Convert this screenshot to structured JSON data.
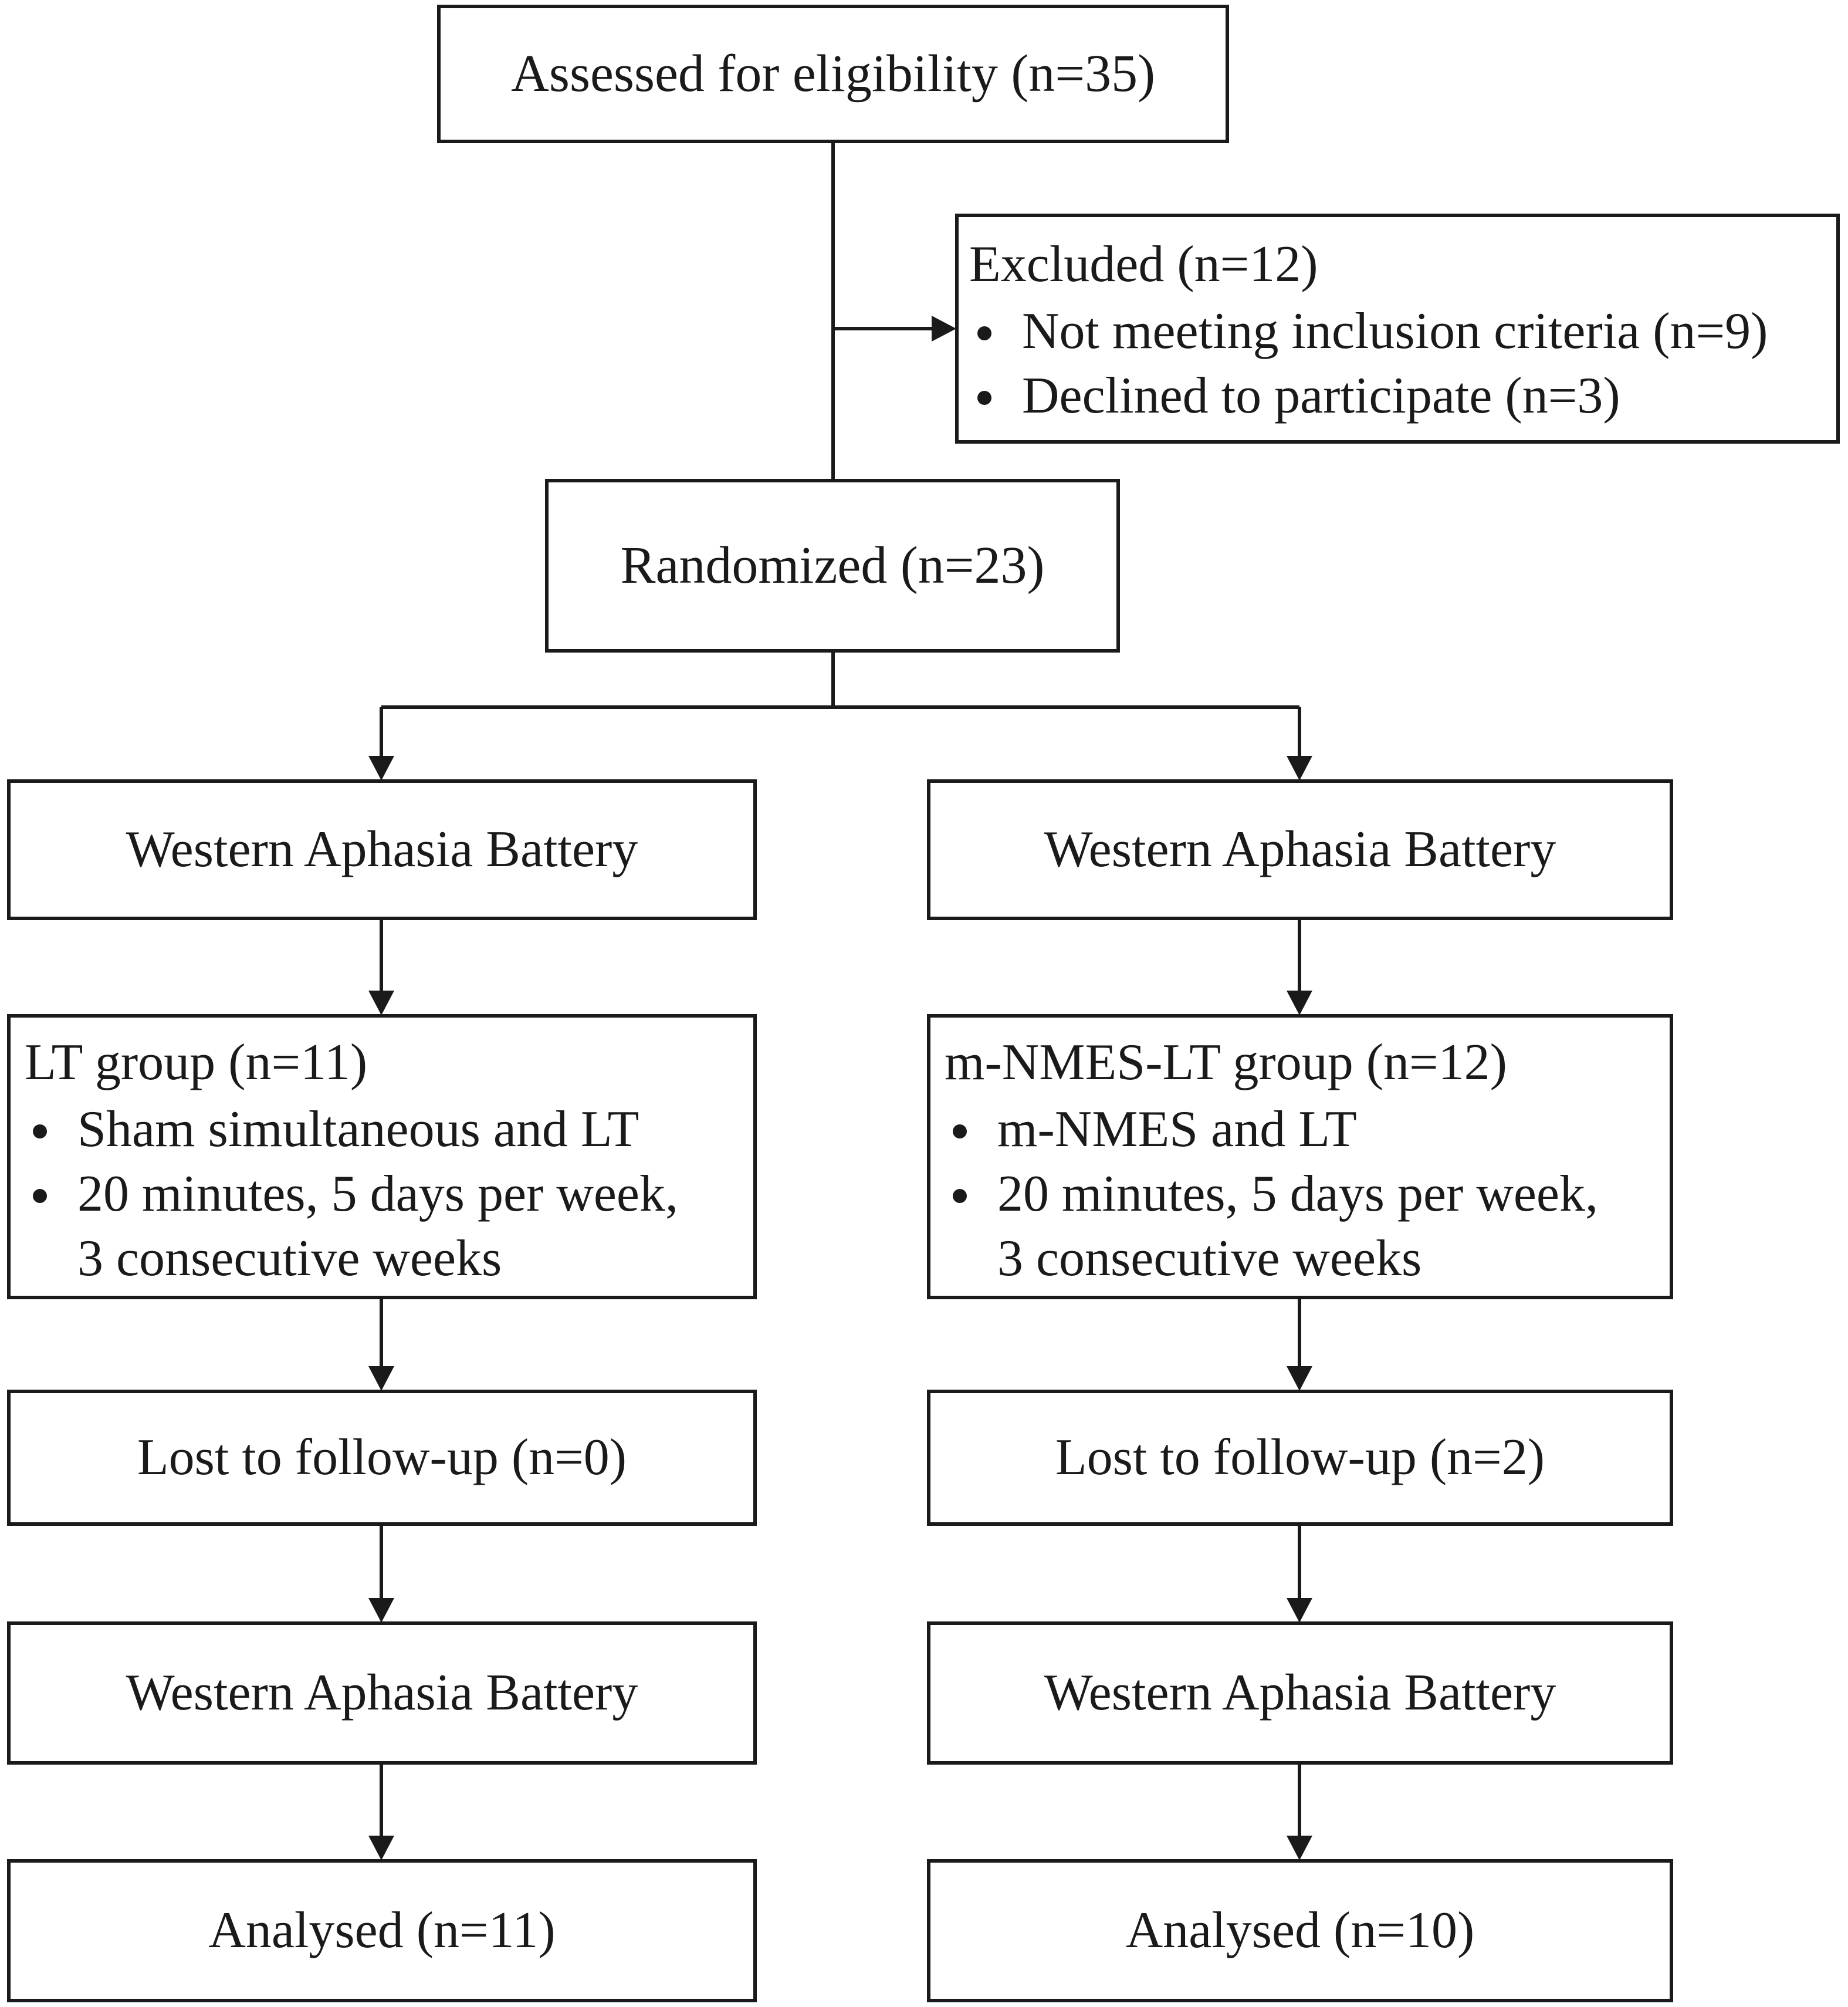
{
  "assessed": "Assessed for eligibility (n=35)",
  "excluded": {
    "title": "Excluded  (n=12)",
    "items": [
      "Not meeting inclusion criteria (n=9)",
      "Declined to participate (n=3)"
    ]
  },
  "randomized": "Randomized (n=23)",
  "left": {
    "wab_pre": "Western Aphasia Battery",
    "group": {
      "title": "LT group (n=11)",
      "item1": "Sham simultaneous and LT",
      "item2_line1": "20 minutes, 5 days per week,",
      "item2_line2": "3 consecutive weeks"
    },
    "lost": "Lost to follow-up (n=0)",
    "wab_post": "Western Aphasia Battery",
    "analysed": "Analysed  (n=11)"
  },
  "right": {
    "wab_pre": "Western Aphasia Battery",
    "group": {
      "title": "m-NMES-LT group (n=12)",
      "item1": "m-NMES and LT",
      "item2_line1": "20 minutes, 5 days per week,",
      "item2_line2": "3 consecutive weeks"
    },
    "lost": "Lost to follow-up (n=2)",
    "wab_post": "Western Aphasia Battery",
    "analysed": "Analysed  (n=10)"
  }
}
